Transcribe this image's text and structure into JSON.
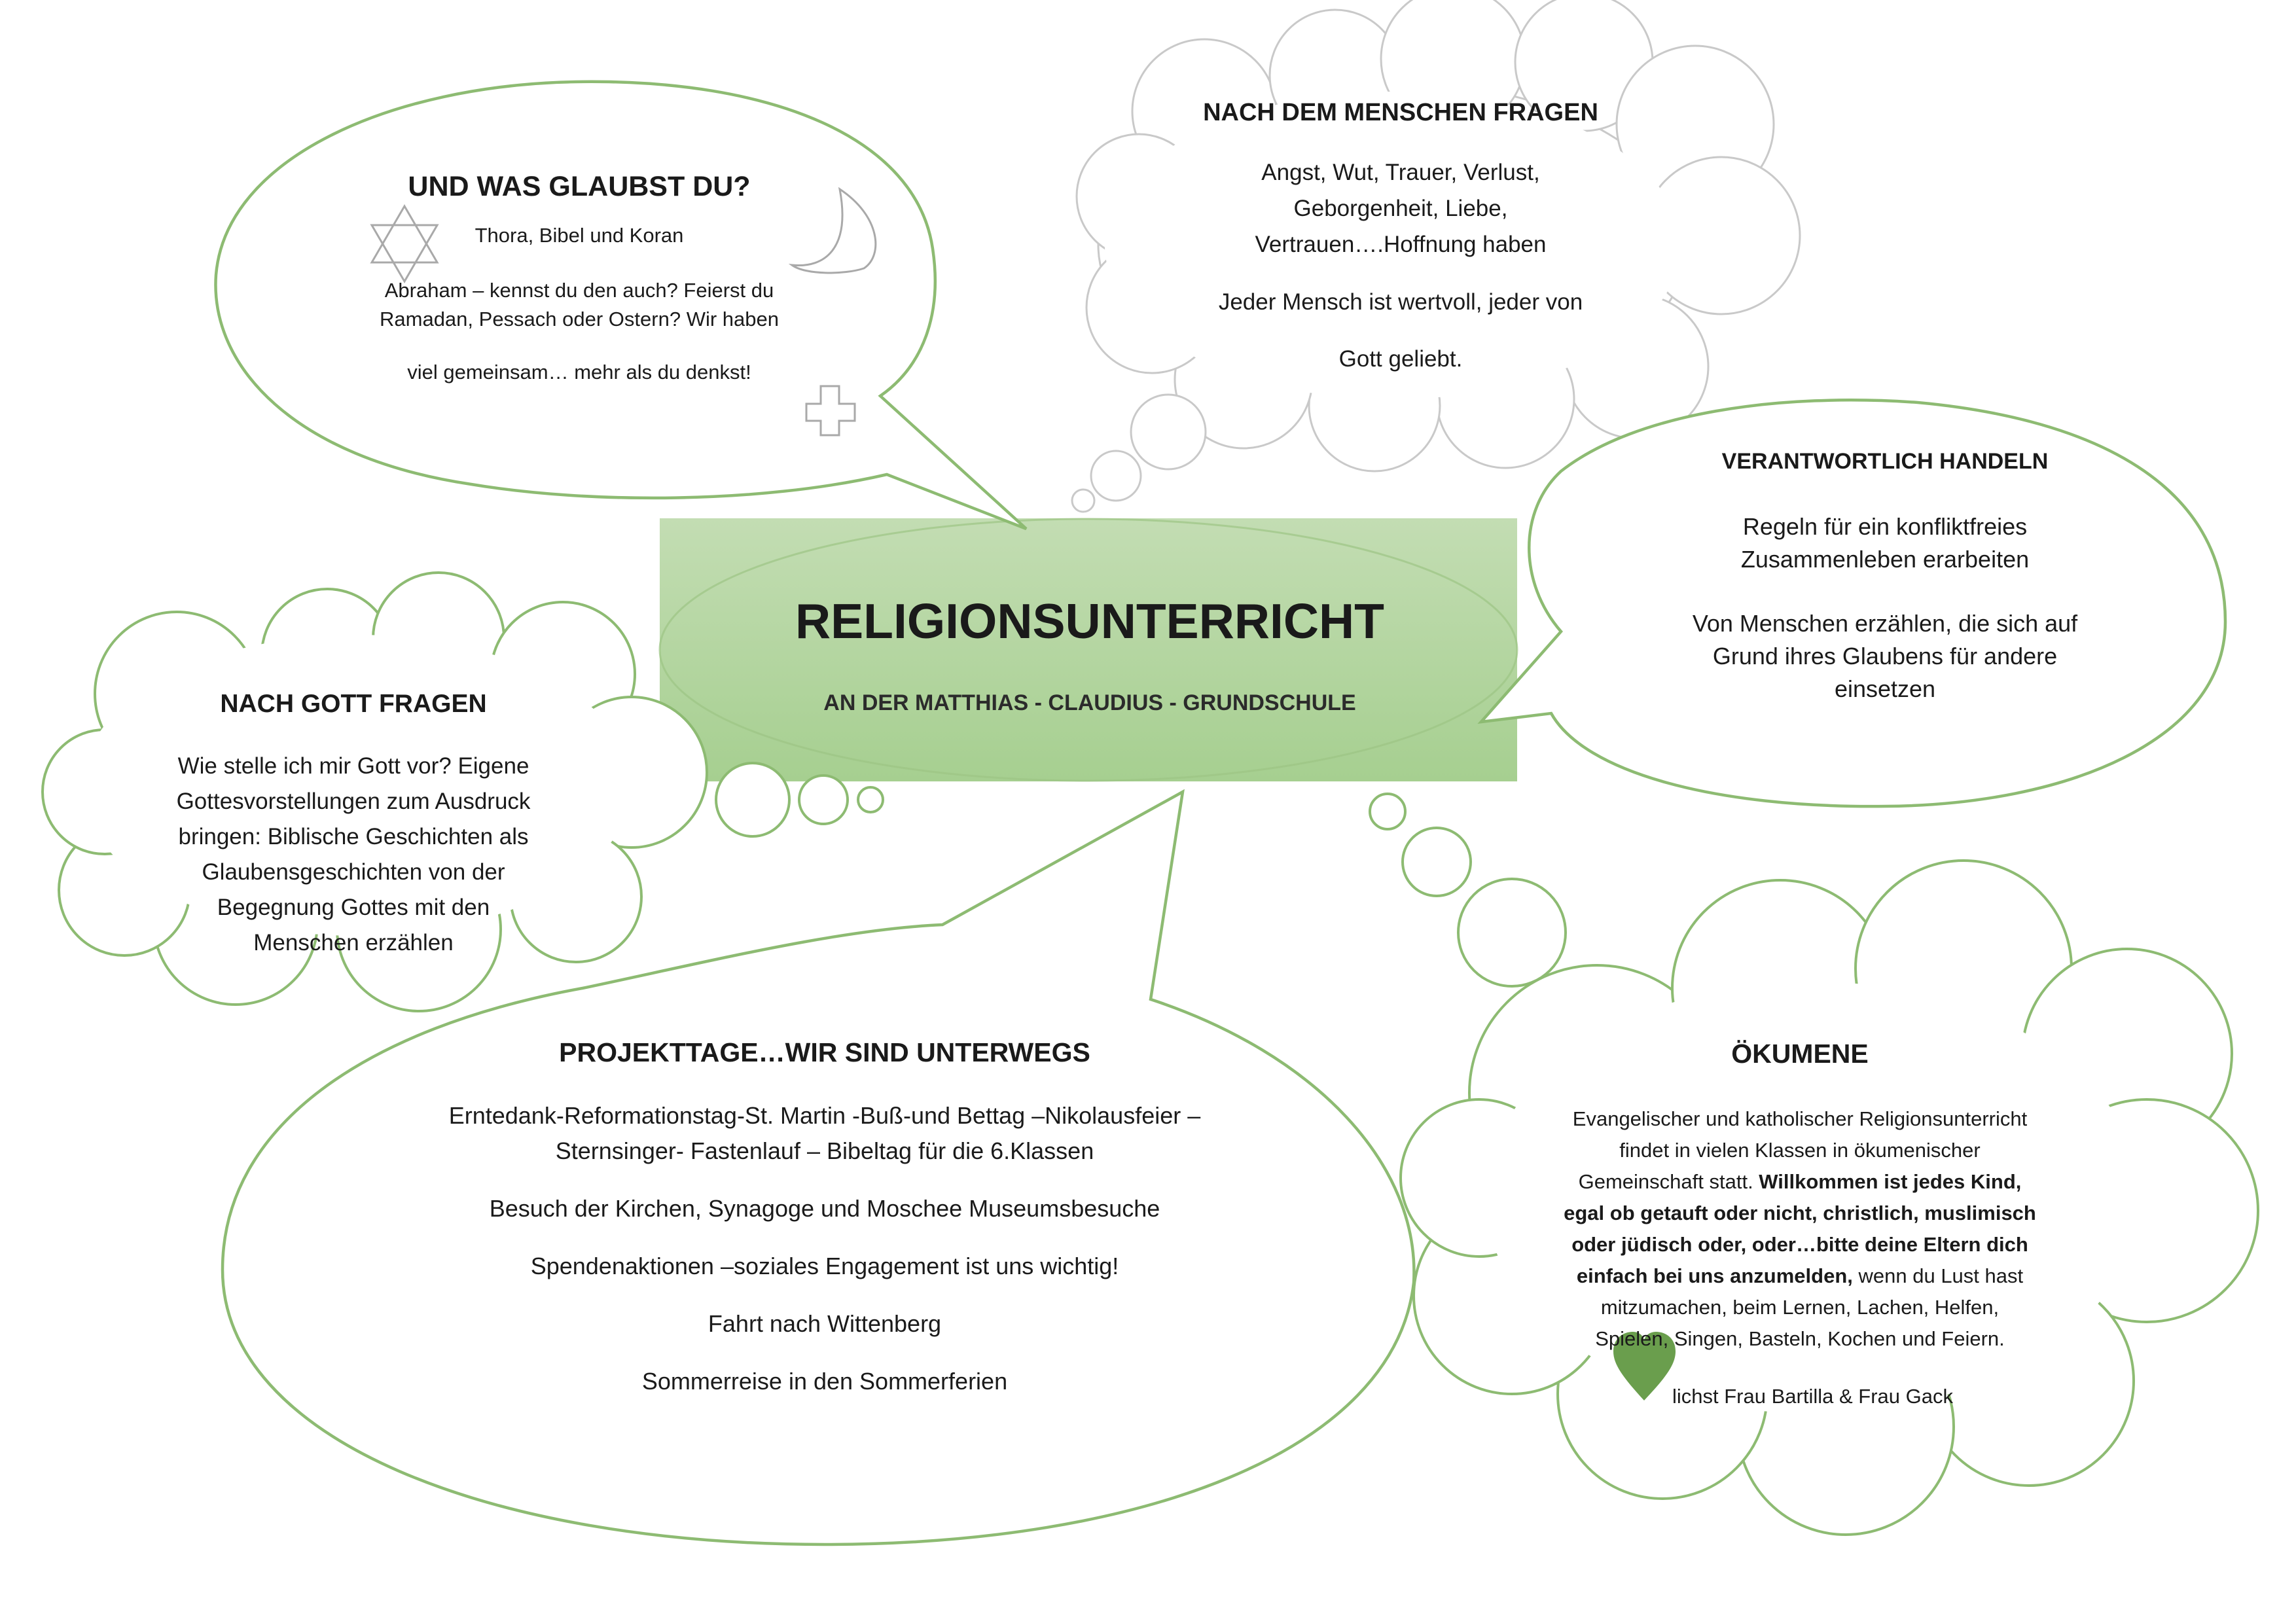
{
  "colors": {
    "accent": "#8DBB72",
    "stroke_grey": "#C9C9C9",
    "heart": "#6A9E4D",
    "title_fill_top": "#C3DDB3",
    "title_fill_bottom": "#A6CF90"
  },
  "icons": [
    "star-of-david-icon",
    "crescent-moon-icon",
    "cross-icon",
    "heart-icon"
  ],
  "center": {
    "title": "RELIGIONSUNTERRICHT",
    "subtitle": "AN DER MATTHIAS - CLAUDIUS - GRUNDSCHULE"
  },
  "glaubst": {
    "title": "UND WAS GLAUBST DU?",
    "line1": "Thora, Bibel und Koran",
    "line2": "Abraham – kennst du den auch? Feierst du",
    "line3": "Ramadan, Pessach oder Ostern?  Wir haben",
    "line4": "viel gemeinsam… mehr als du denkst!"
  },
  "menschen": {
    "title": "NACH DEM MENSCHEN FRAGEN",
    "line1": "Angst, Wut, Trauer, Verlust,",
    "line2": "Geborgenheit, Liebe,",
    "line3": "Vertrauen….Hoffnung haben",
    "line4": "Jeder Mensch ist wertvoll, jeder von",
    "line5": "Gott geliebt."
  },
  "verantwortlich": {
    "title": "VERANTWORTLICH HANDELN",
    "line1": "Regeln für ein konfliktfreies",
    "line2": "Zusammenleben erarbeiten",
    "line3": "Von Menschen erzählen, die sich auf",
    "line4": "Grund ihres Glaubens für andere",
    "line5": "einsetzen"
  },
  "gott": {
    "title": "NACH GOTT FRAGEN",
    "line1": "Wie stelle ich mir Gott vor? Eigene",
    "line2": "Gottesvorstellungen zum Ausdruck",
    "line3": "bringen: Biblische Geschichten als",
    "line4": "Glaubensgeschichten von der",
    "line5": "Begegnung Gottes mit den",
    "line6": "Menschen erzählen"
  },
  "projekt": {
    "title": "PROJEKTTAGE…WIR SIND UNTERWEGS",
    "line1": "Erntedank-Reformationstag-St. Martin -Buß-und Bettag –Nikolausfeier –",
    "line2": "Sternsinger- Fastenlauf – Bibeltag für die 6.Klassen",
    "line3": "Besuch der Kirchen, Synagoge und Moschee Museumsbesuche",
    "line4": "Spendenaktionen –soziales Engagement ist uns wichtig!",
    "line5": "Fahrt nach Wittenberg",
    "line6": "Sommerreise in den Sommerferien"
  },
  "oekumene": {
    "title": "ÖKUMENE",
    "line1": "Evangelischer und katholischer Religionsunterricht",
    "line2": "findet in vielen Klassen in ökumenischer",
    "line3_a": "Gemeinschaft statt. ",
    "line3_b": "Willkommen ist jedes Kind,",
    "line4": "egal ob getauft oder nicht, christlich, muslimisch",
    "line5": "oder jüdisch oder, oder…bitte deine Eltern dich",
    "line6_a": "einfach bei uns anzumelden,",
    "line6_b": " wenn du Lust hast",
    "line7": "mitzumachen, beim Lernen, Lachen, Helfen,",
    "line8": "Spielen, Singen, Basteln, Kochen und Feiern.",
    "signature": "lichst Frau Bartilla & Frau Gack"
  }
}
